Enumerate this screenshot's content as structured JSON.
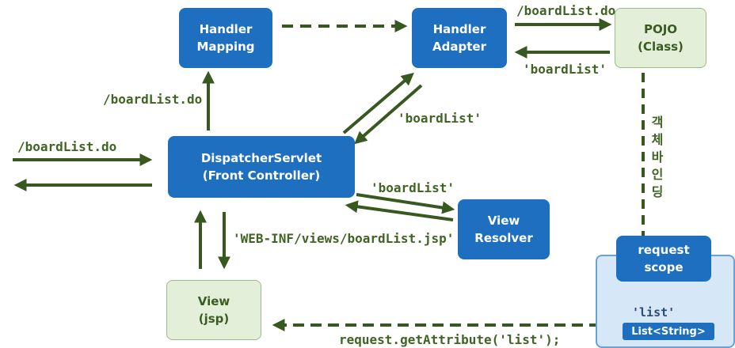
{
  "nodes": {
    "handler_mapping": "Handler\nMapping",
    "handler_adapter": "Handler\nAdapter",
    "pojo": "POJO\n(Class)",
    "dispatcher": "DispatcherServlet\n(Front Controller)",
    "view_resolver": "View\nResolver",
    "view_jsp": "View\n(jsp)",
    "request_scope": "request\nscope",
    "list_label": "'list'",
    "list_type": "List<String>"
  },
  "edges": {
    "client_request": "/boardList.do",
    "to_mapping": "/boardList.do",
    "to_pojo": "/boardList.do",
    "pojo_return": "'boardList'",
    "adapter_return": "'boardList'",
    "to_resolver": "'boardList'",
    "resolver_return": "'WEB-INF/views/boardList.jsp'",
    "get_attribute": "request.getAttribute('list');",
    "object_binding": "객\n체\n바\n인\n딩"
  },
  "colors": {
    "box_blue": "#1f6fc1",
    "box_green": "#e4efd9",
    "arrow": "#37581f",
    "scope_panel": "#d6e7f7"
  }
}
